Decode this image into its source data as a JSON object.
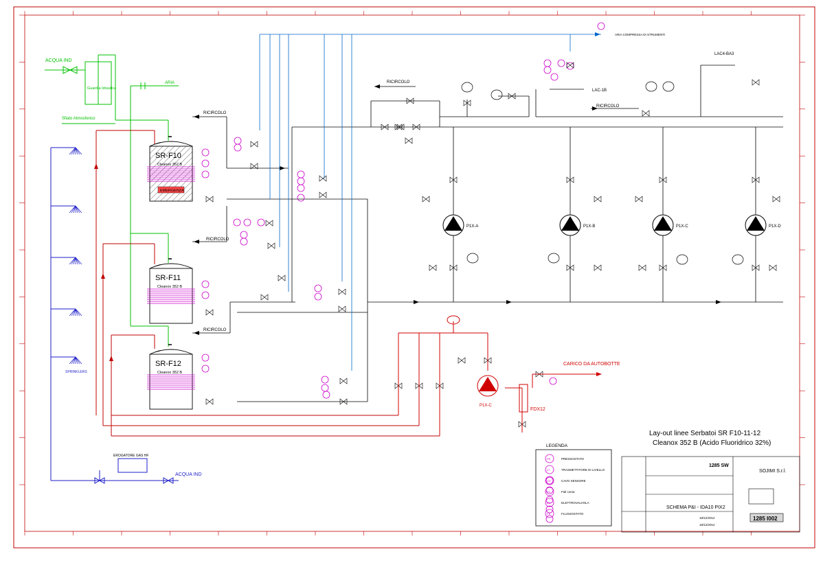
{
  "tanks": [
    {
      "name": "SR-F10",
      "content": "Cleanox 352 B",
      "emergency": "EMERGENZA"
    },
    {
      "name": "SR-F11",
      "content": "Cleanox 352 B"
    },
    {
      "name": "SR-F12",
      "content": "Cleanox 352 B"
    }
  ],
  "pumps": [
    "P1X-A",
    "P1X-B",
    "P1X-C",
    "P1X-D",
    "P1X-C"
  ],
  "labels": {
    "acqua_ind_top": "ACQUA IND",
    "acqua_ind_bottom": "ACQUA IND",
    "guardia": "Guardia Idraulica",
    "aria": "ARIA",
    "sfiato": "Sfiato Atmosferico",
    "ricircolo": "RICIRCOLO",
    "lac_1b": "LAC-1B",
    "lac_ba3": "LAC4-BA3",
    "carico": "CARICO DA AUTOBOTTE",
    "fdx": "FDX12",
    "sprinklers": "SPRINKLERS",
    "erogatore": "EROGATORE GAS HF",
    "abbattimento": "ARIA COMPRESSA DI STRUMENTI"
  },
  "title_note": {
    "line1": "Lay-out linee Serbatoi SR F10-11-12",
    "line2": "Cleanox 352 B (Acido Fluoridrico 32%)"
  },
  "legend": {
    "title": "LEGENDA",
    "items": [
      {
        "code": "PS",
        "label": "PRESSOSTATO"
      },
      {
        "code": "LT",
        "label": "TRASMETTITORE DI LIVELLO"
      },
      {
        "code": "CS",
        "label": "CAVO SENSORE"
      },
      {
        "code": "FC",
        "label": "Fail corsa"
      },
      {
        "code": "EV",
        "label": "ELETTROVALVOLA"
      },
      {
        "code": "FS",
        "label": "FLUSSOSTATO"
      }
    ]
  },
  "titleblock": {
    "company": "SOJIMI S.r.l.",
    "drawing_code": "1285 SW",
    "schema": "SCHEMA P&I - IDA10 PIX2",
    "number": "1285 I002",
    "date1": "18/12/2012",
    "date2": "18/12/2012"
  },
  "colors": {
    "frame": "#c00000",
    "water": "#1e1ec8",
    "air": "#00c000",
    "process": "#000000",
    "instrument": "#cc00cc",
    "blue_lines": "#0066cc",
    "fill_load": "#d00000",
    "cyan": "#00aaaa"
  }
}
